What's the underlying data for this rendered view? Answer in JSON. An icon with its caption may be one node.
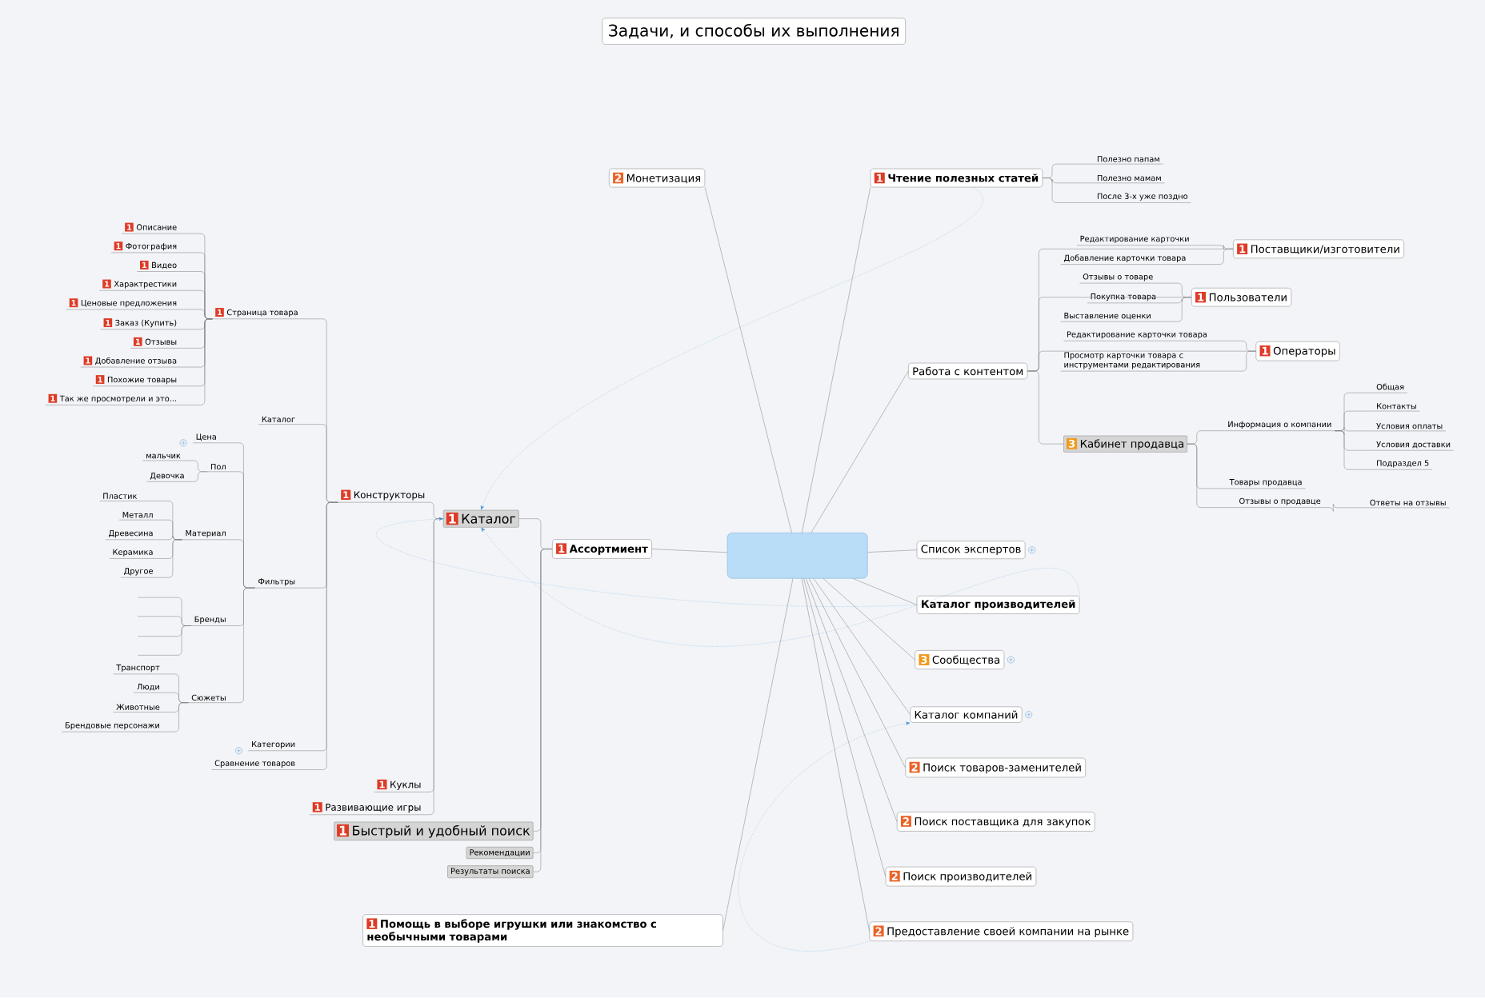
{
  "diagram": {
    "title": "Задачи, и способы их выполнения",
    "nodes": [
      {
        "text": [],
        "shape": "box"
      },
      {
        "text": [
          "2",
          "Монетизация"
        ]
      },
      {
        "text": [
          "1",
          "Чтение полезных статей"
        ]
      },
      {
        "text": [
          "Полезно папам"
        ]
      },
      {
        "text": [
          "Полезно мамам"
        ]
      },
      {
        "text": [
          "После 3-х уже поздно"
        ]
      },
      {
        "text": [
          "Работа с контентом"
        ]
      },
      {
        "text": [
          "Редактирование карточки"
        ]
      },
      {
        "text": [
          "Добавление карточки товара"
        ]
      },
      {
        "text": [
          "1",
          "Поставщики/изготовители"
        ]
      },
      {
        "text": [
          "Отзывы о товаре"
        ]
      },
      {
        "text": [
          "Покупка товара"
        ]
      },
      {
        "text": [
          "Выставление оценки"
        ]
      },
      {
        "text": [
          "1",
          "Пользователи"
        ]
      },
      {
        "text": [
          "Редактирование карточки товара"
        ]
      },
      {
        "text": [
          "Просмотр карточки товара с инструментами редактирования"
        ]
      },
      {
        "text": [
          "1",
          "Операторы"
        ]
      },
      {
        "text": [
          "3",
          "Кабинет продавца"
        ]
      },
      {
        "text": [
          "Информация о компании"
        ]
      },
      {
        "text": [
          "Общая"
        ]
      },
      {
        "text": [
          "Контакты"
        ]
      },
      {
        "text": [
          "Условия оплаты"
        ]
      },
      {
        "text": [
          "Условия доставки"
        ]
      },
      {
        "text": [
          "Подраздел 5"
        ]
      },
      {
        "text": [
          "Товары продавца"
        ]
      },
      {
        "text": [
          "Отзывы о продавце"
        ]
      },
      {
        "text": [
          "Ответы на отзывы"
        ]
      },
      {
        "text": [
          "Список экспертов"
        ]
      },
      {
        "text": [
          "Каталог производителей"
        ]
      },
      {
        "text": [
          "3",
          "Сообщества"
        ]
      },
      {
        "text": [
          "Каталог компаний"
        ]
      },
      {
        "text": [
          "2",
          "Поиск товаров-заменителей"
        ]
      },
      {
        "text": [
          "2",
          "Поиск поставщика для закупок"
        ]
      },
      {
        "text": [
          "2",
          "Поиск производителей"
        ]
      },
      {
        "text": [
          "2",
          "Предоставление своей компании на рынке"
        ]
      },
      {
        "text": [
          "1",
          "Помощь в выборе игрушки или знакомство с необычными товарами"
        ]
      },
      {
        "text": [
          "1",
          "Ассортмиент"
        ]
      },
      {
        "text": [
          "1",
          "Каталог"
        ]
      },
      {
        "text": [
          "1",
          "Быстрый и удобный поиск"
        ]
      },
      {
        "text": [
          "Рекомендации"
        ]
      },
      {
        "text": [
          "Результаты поиска"
        ]
      },
      {
        "text": [
          "1",
          "Конструкторы"
        ]
      },
      {
        "text": [
          "1",
          "Куклы"
        ]
      },
      {
        "text": [
          "1",
          "Развивающие игры"
        ]
      },
      {
        "text": [
          "1",
          "Страница товара"
        ]
      },
      {
        "text": [
          "1",
          "Описание"
        ]
      },
      {
        "text": [
          "1",
          "Фотография"
        ]
      },
      {
        "text": [
          "1",
          "Видео"
        ]
      },
      {
        "text": [
          "1",
          "Характрестики"
        ]
      },
      {
        "text": [
          "1",
          "Ценовые предложения"
        ]
      },
      {
        "text": [
          "1",
          "Заказ (Купить)"
        ]
      },
      {
        "text": [
          "1",
          "Отзывы"
        ]
      },
      {
        "text": [
          "1",
          "Добавление отзыва"
        ]
      },
      {
        "text": [
          "1",
          "Похожие товары"
        ]
      },
      {
        "text": [
          "1",
          "Так же просмотрели и это..."
        ]
      },
      {
        "text": [
          "Каталог"
        ]
      },
      {
        "text": [
          "Фильтры"
        ]
      },
      {
        "text": [
          "Категории"
        ]
      },
      {
        "text": [
          "Сравнение товаров"
        ]
      },
      {
        "text": [
          "Цена"
        ]
      },
      {
        "text": [
          "Пол"
        ]
      },
      {
        "text": [
          "мальчик"
        ]
      },
      {
        "text": [
          "Девочка"
        ]
      },
      {
        "text": [
          "Материал"
        ]
      },
      {
        "text": [
          "Пластик"
        ]
      },
      {
        "text": [
          "Металл"
        ]
      },
      {
        "text": [
          "Древесина"
        ]
      },
      {
        "text": [
          "Керамика"
        ]
      },
      {
        "text": [
          "Другое"
        ]
      },
      {
        "text": [
          "Бренды"
        ]
      },
      {
        "text": [],
        "shape": "line"
      },
      {
        "text": [],
        "shape": "line"
      },
      {
        "text": [],
        "shape": "line"
      },
      {
        "text": [],
        "shape": "line"
      },
      {
        "text": [
          "Сюжеты"
        ]
      },
      {
        "text": [
          "Транспорт"
        ]
      },
      {
        "text": [
          "Люди"
        ]
      },
      {
        "text": [
          "Животные"
        ]
      },
      {
        "text": [
          "Брендовые персонажи"
        ]
      }
    ],
    "edges": [
      {
        "from": 0,
        "to": 1,
        "arrow": "none"
      },
      {
        "from": 0,
        "to": 2,
        "arrow": "none"
      },
      {
        "from": 0,
        "to": 6,
        "arrow": "none"
      },
      {
        "from": 0,
        "to": 27,
        "arrow": "none"
      },
      {
        "from": 0,
        "to": 28,
        "arrow": "none"
      },
      {
        "from": 0,
        "to": 29,
        "arrow": "none"
      },
      {
        "from": 0,
        "to": 30,
        "arrow": "none"
      },
      {
        "from": 0,
        "to": 31,
        "arrow": "none"
      },
      {
        "from": 0,
        "to": 32,
        "arrow": "none"
      },
      {
        "from": 0,
        "to": 33,
        "arrow": "none"
      },
      {
        "from": 0,
        "to": 34,
        "arrow": "none"
      },
      {
        "from": 0,
        "to": 35,
        "arrow": "none"
      },
      {
        "from": 0,
        "to": 36,
        "arrow": "none"
      },
      {
        "from": 2,
        "to": 3,
        "arrow": "none"
      },
      {
        "from": 2,
        "to": 4,
        "arrow": "none"
      },
      {
        "from": 2,
        "to": 5,
        "arrow": "none"
      },
      {
        "from": 6,
        "to": 9,
        "arrow": "none"
      },
      {
        "from": 6,
        "to": 13,
        "arrow": "none"
      },
      {
        "from": 6,
        "to": 16,
        "arrow": "none"
      },
      {
        "from": 6,
        "to": 17,
        "arrow": "none"
      },
      {
        "from": 9,
        "to": 7,
        "arrow": "none"
      },
      {
        "from": 9,
        "to": 8,
        "arrow": "none"
      },
      {
        "from": 13,
        "to": 10,
        "arrow": "none"
      },
      {
        "from": 13,
        "to": 11,
        "arrow": "none"
      },
      {
        "from": 13,
        "to": 12,
        "arrow": "none"
      },
      {
        "from": 16,
        "to": 14,
        "arrow": "none"
      },
      {
        "from": 16,
        "to": 15,
        "arrow": "none"
      },
      {
        "from": 17,
        "to": 18,
        "arrow": "none"
      },
      {
        "from": 17,
        "to": 24,
        "arrow": "none"
      },
      {
        "from": 17,
        "to": 25,
        "arrow": "none"
      },
      {
        "from": 18,
        "to": 19,
        "arrow": "none"
      },
      {
        "from": 18,
        "to": 20,
        "arrow": "none"
      },
      {
        "from": 18,
        "to": 21,
        "arrow": "none"
      },
      {
        "from": 18,
        "to": 22,
        "arrow": "none"
      },
      {
        "from": 18,
        "to": 23,
        "arrow": "none"
      },
      {
        "from": 25,
        "to": 26,
        "arrow": "none"
      },
      {
        "from": 36,
        "to": 37,
        "arrow": "none"
      },
      {
        "from": 36,
        "to": 38,
        "arrow": "none"
      },
      {
        "from": 36,
        "to": 39,
        "arrow": "none"
      },
      {
        "from": 36,
        "to": 40,
        "arrow": "none"
      },
      {
        "from": 37,
        "to": 41,
        "arrow": "none"
      },
      {
        "from": 37,
        "to": 42,
        "arrow": "none"
      },
      {
        "from": 37,
        "to": 43,
        "arrow": "none"
      },
      {
        "from": 41,
        "to": 44,
        "arrow": "none"
      },
      {
        "from": 41,
        "to": 55,
        "arrow": "none"
      },
      {
        "from": 41,
        "to": 56,
        "arrow": "none"
      },
      {
        "from": 41,
        "to": 57,
        "arrow": "none"
      },
      {
        "from": 41,
        "to": 58,
        "arrow": "none"
      },
      {
        "from": 44,
        "to": 45,
        "arrow": "none"
      },
      {
        "from": 44,
        "to": 46,
        "arrow": "none"
      },
      {
        "from": 44,
        "to": 47,
        "arrow": "none"
      },
      {
        "from": 44,
        "to": 48,
        "arrow": "none"
      },
      {
        "from": 44,
        "to": 49,
        "arrow": "none"
      },
      {
        "from": 44,
        "to": 50,
        "arrow": "none"
      },
      {
        "from": 44,
        "to": 51,
        "arrow": "none"
      },
      {
        "from": 44,
        "to": 52,
        "arrow": "none"
      },
      {
        "from": 44,
        "to": 53,
        "arrow": "none"
      },
      {
        "from": 44,
        "to": 54,
        "arrow": "none"
      },
      {
        "from": 56,
        "to": 59,
        "arrow": "none"
      },
      {
        "from": 56,
        "to": 60,
        "arrow": "none"
      },
      {
        "from": 56,
        "to": 63,
        "arrow": "none"
      },
      {
        "from": 56,
        "to": 69,
        "arrow": "none"
      },
      {
        "from": 56,
        "to": 74,
        "arrow": "none"
      },
      {
        "from": 60,
        "to": 61,
        "arrow": "none"
      },
      {
        "from": 60,
        "to": 62,
        "arrow": "none"
      },
      {
        "from": 63,
        "to": 64,
        "arrow": "none"
      },
      {
        "from": 63,
        "to": 65,
        "arrow": "none"
      },
      {
        "from": 63,
        "to": 66,
        "arrow": "none"
      },
      {
        "from": 63,
        "to": 67,
        "arrow": "none"
      },
      {
        "from": 63,
        "to": 68,
        "arrow": "none"
      },
      {
        "from": 69,
        "to": 70,
        "arrow": "none"
      },
      {
        "from": 69,
        "to": 71,
        "arrow": "none"
      },
      {
        "from": 69,
        "to": 72,
        "arrow": "none"
      },
      {
        "from": 69,
        "to": 73,
        "arrow": "none"
      },
      {
        "from": 74,
        "to": 75,
        "arrow": "none"
      },
      {
        "from": 74,
        "to": 76,
        "arrow": "none"
      },
      {
        "from": 74,
        "to": 77,
        "arrow": "none"
      },
      {
        "from": 74,
        "to": 78,
        "arrow": "none"
      },
      {
        "from": 2,
        "to": 37,
        "arrow": "to",
        "style": "dashed",
        "color": "#3d8fd1"
      },
      {
        "from": 28,
        "to": 37,
        "arrow": "to",
        "style": "dashed",
        "color": "#3d8fd1"
      },
      {
        "from": 28,
        "to": 37,
        "arrow": "to",
        "style": "dashed",
        "color": "#3d8fd1"
      },
      {
        "from": 34,
        "to": 30,
        "arrow": "to",
        "style": "dashed",
        "color": "#3d8fd1"
      }
    ]
  }
}
